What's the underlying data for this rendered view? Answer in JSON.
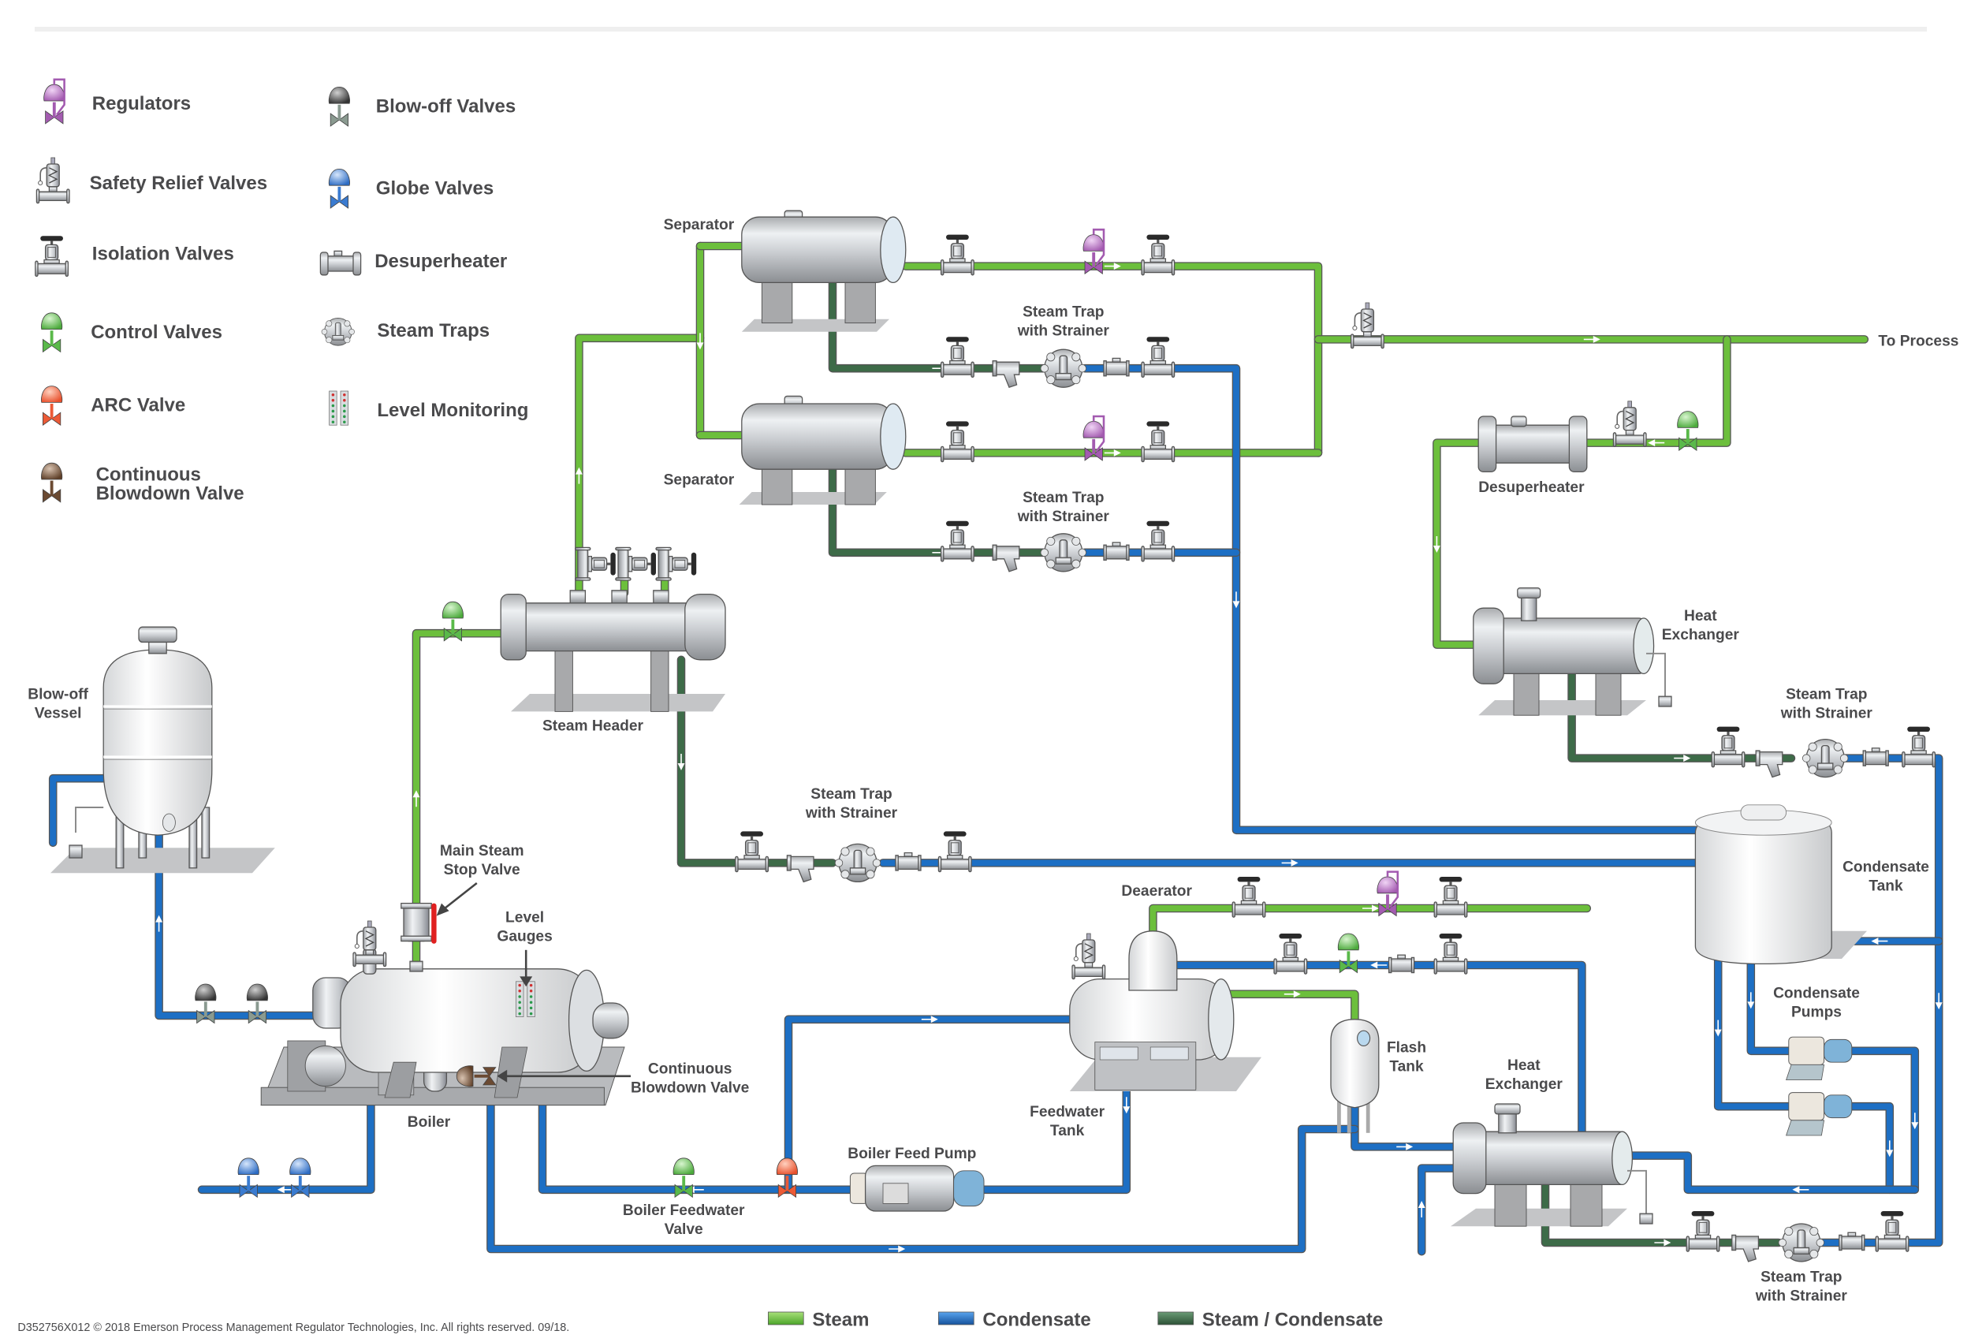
{
  "legend": {
    "items": [
      {
        "label": "Regulators",
        "icon": "regulator-icon"
      },
      {
        "label": "Safety Relief Valves",
        "icon": "safety-relief-valve-icon"
      },
      {
        "label": "Isolation Valves",
        "icon": "isolation-valve-icon"
      },
      {
        "label": "Control Valves",
        "icon": "control-valve-icon"
      },
      {
        "label": "ARC Valve",
        "icon": "arc-valve-icon"
      },
      {
        "label_line1": "Continuous",
        "label_line2": "Blowdown Valve",
        "icon": "continuous-blowdown-valve-icon"
      },
      {
        "label": "Blow-off Valves",
        "icon": "blow-off-valve-icon"
      },
      {
        "label": "Globe Valves",
        "icon": "globe-valve-icon"
      },
      {
        "label": "Desuperheater",
        "icon": "desuperheater-icon"
      },
      {
        "label": "Steam Traps",
        "icon": "steam-trap-icon"
      },
      {
        "label": "Level Monitoring",
        "icon": "level-monitoring-icon"
      }
    ]
  },
  "colors": {
    "steam": "#6cbf3c",
    "condensate": "#1d6fc4",
    "steam_condensate": "#3d6b48",
    "regulator": "#a35bb0",
    "control_valve": "#5ab94a",
    "arc_valve": "#ec5a36",
    "blowdown_valve": "#6b4a32",
    "blowoff_valve": "#4a4a4a",
    "globe_valve": "#3a7bd0",
    "main_stop_handle": "#e02020"
  },
  "labels": {
    "separator_top": "Separator",
    "separator_bottom": "Separator",
    "trap1_l1": "Steam Trap",
    "trap1_l2": "with Strainer",
    "trap2_l1": "Steam Trap",
    "trap2_l2": "with Strainer",
    "trap3_l1": "Steam Trap",
    "trap3_l2": "with Strainer",
    "trap4_l1": "Steam Trap",
    "trap4_l2": "with Strainer",
    "trap5_l1": "Steam Trap",
    "trap5_l2": "with Strainer",
    "to_process": "To Process",
    "desuperheater": "Desuperheater",
    "heat_exchanger_top_l1": "Heat",
    "heat_exchanger_top_l2": "Exchanger",
    "heat_exchanger_bottom_l1": "Heat",
    "heat_exchanger_bottom_l2": "Exchanger",
    "steam_header": "Steam Header",
    "blowoff_vessel_l1": "Blow-off",
    "blowoff_vessel_l2": "Vessel",
    "main_steam_l1": "Main Steam",
    "main_steam_l2": "Stop Valve",
    "level_gauges_l1": "Level",
    "level_gauges_l2": "Gauges",
    "boiler": "Boiler",
    "cbv_l1": "Continuous",
    "cbv_l2": "Blowdown Valve",
    "deaerator": "Deaerator",
    "feedwater_tank_l1": "Feedwater",
    "feedwater_tank_l2": "Tank",
    "flash_tank_l1": "Flash",
    "flash_tank_l2": "Tank",
    "boiler_feed_pump": "Boiler Feed Pump",
    "bfv_l1": "Boiler Feedwater",
    "bfv_l2": "Valve",
    "condensate_tank_l1": "Condensate",
    "condensate_tank_l2": "Tank",
    "condensate_pumps_l1": "Condensate",
    "condensate_pumps_l2": "Pumps"
  },
  "flow_legend": {
    "steam": "Steam",
    "condensate": "Condensate",
    "steam_condensate": "Steam / Condensate"
  },
  "footer": {
    "copyright": "D352756X012 © 2018 Emerson Process Management Regulator Technologies, Inc. All rights reserved. 09/18."
  }
}
